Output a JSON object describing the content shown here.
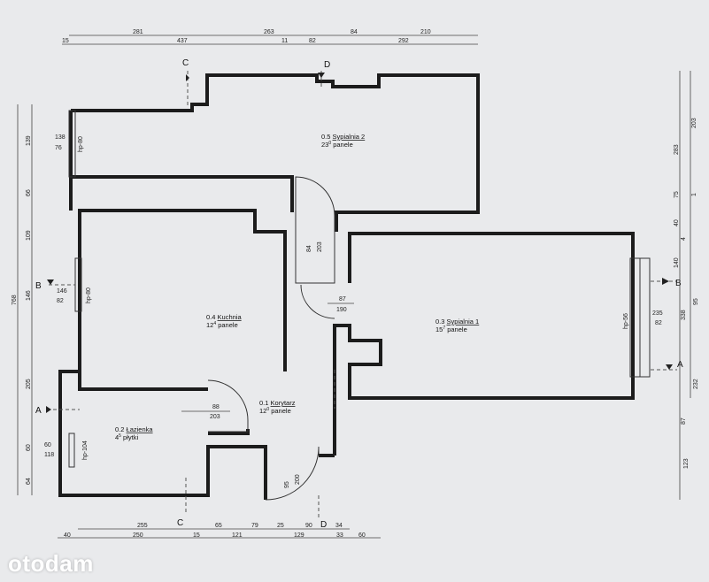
{
  "logo": "otodam",
  "rooms": [
    {
      "id": "r05",
      "num": "0.5",
      "name": "Sypialnia 2",
      "area": "23",
      "area_sup": "0",
      "floor": "panele"
    },
    {
      "id": "r04",
      "num": "0.4",
      "name": "Kuchnia",
      "area": "12",
      "area_sup": "4",
      "floor": "panele"
    },
    {
      "id": "r03",
      "num": "0.3",
      "name": "Sypialnia 1",
      "area": "15",
      "area_sup": "7",
      "floor": "panele"
    },
    {
      "id": "r02",
      "num": "0.2",
      "name": "Łazienka",
      "area": "4",
      "area_sup": "5",
      "floor": "płytki"
    },
    {
      "id": "r01",
      "num": "0.1",
      "name": "Korytarz",
      "area": "12",
      "area_sup": "0",
      "floor": "panele"
    }
  ],
  "sections": {
    "A": "A",
    "B": "B",
    "C": "C",
    "D": "D"
  },
  "dims": {
    "top1": [
      "281",
      "263",
      "84",
      "210"
    ],
    "top2": [
      "15",
      "437",
      "11",
      "82",
      "292"
    ],
    "bottom1": [
      "255",
      "65",
      "79",
      "25",
      "90",
      "34"
    ],
    "bottom2": [
      "40",
      "250",
      "15",
      "121",
      "129",
      "33",
      "60"
    ],
    "left_outer": "768",
    "left": [
      "139",
      "66",
      "109",
      "146",
      "205",
      "60",
      "64"
    ],
    "right1": [
      "283",
      "75",
      "40",
      "140",
      "95",
      "232",
      "123"
    ],
    "right2": [
      "203",
      "1",
      "4",
      "338",
      "87"
    ],
    "win_upper": [
      "138",
      "76",
      "hp-80"
    ],
    "win_mid": [
      "146",
      "82",
      "hp-80"
    ],
    "win_low": [
      "60",
      "118",
      "hp-104"
    ],
    "win_right": [
      "235",
      "82",
      "hp-56"
    ],
    "door_kitchen": [
      "84",
      "203"
    ],
    "door_hall": [
      "87",
      "190"
    ],
    "door_bath": [
      "88",
      "203"
    ],
    "door_entry": [
      "95",
      "200"
    ]
  }
}
